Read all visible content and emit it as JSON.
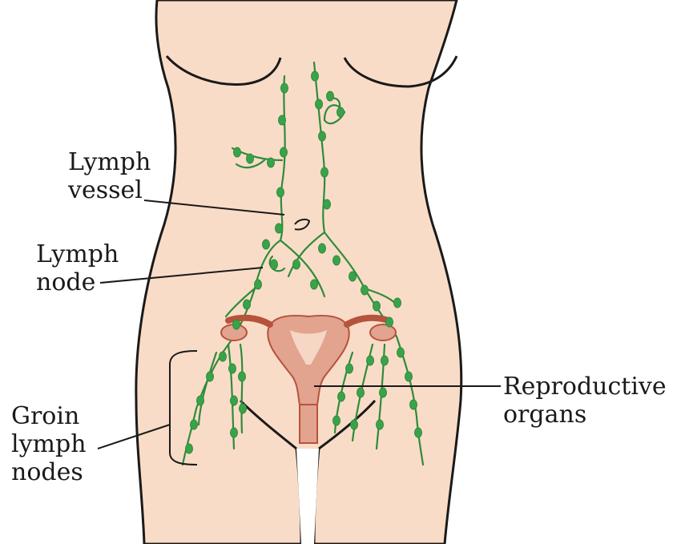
{
  "labels": {
    "lymph_vessel": [
      "Lymph",
      "vessel"
    ],
    "lymph_node": [
      "Lymph",
      "node"
    ],
    "groin_nodes": [
      "Groin",
      "lymph",
      "nodes"
    ],
    "reproductive": [
      "Reproductive",
      "organs"
    ]
  },
  "colors": {
    "skin": "#f9dcc7",
    "outline": "#1a1a1a",
    "vessel": "#2e8b3a",
    "node": "#3aa34a",
    "organ": "#e2a38f",
    "organ_dark": "#b5533c",
    "organ_light": "#f6d6c4"
  }
}
